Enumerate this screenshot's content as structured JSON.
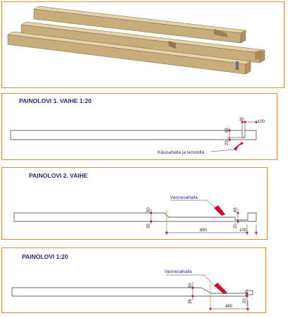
{
  "render": {
    "title": "PAINOLOVI 1. VAIHE   1:20",
    "dims": [],
    "note": ""
  },
  "phase1": {
    "title": "PAINOLOVI 1. VAIHE   1:20",
    "dims": [
      "30",
      "100",
      "65",
      "20"
    ],
    "note": "Käsisahalla ja temmillä"
  },
  "phase2": {
    "title": "PAINOLOVI 2. VAIHE",
    "dims": [
      "50",
      "35",
      "65",
      "20",
      "850",
      "100"
    ],
    "note": "Vannesahalla"
  },
  "final": {
    "title": "PAINOLOVI  1:20",
    "dims": [
      "50",
      "35",
      "20",
      "480"
    ],
    "note": "Vannesahalla"
  },
  "colors": {
    "frame": "#e08a3c",
    "title": "#1f2a8a",
    "timber": "#d6bf95",
    "marker": "#c0147a",
    "arrow": "#d0102a"
  }
}
